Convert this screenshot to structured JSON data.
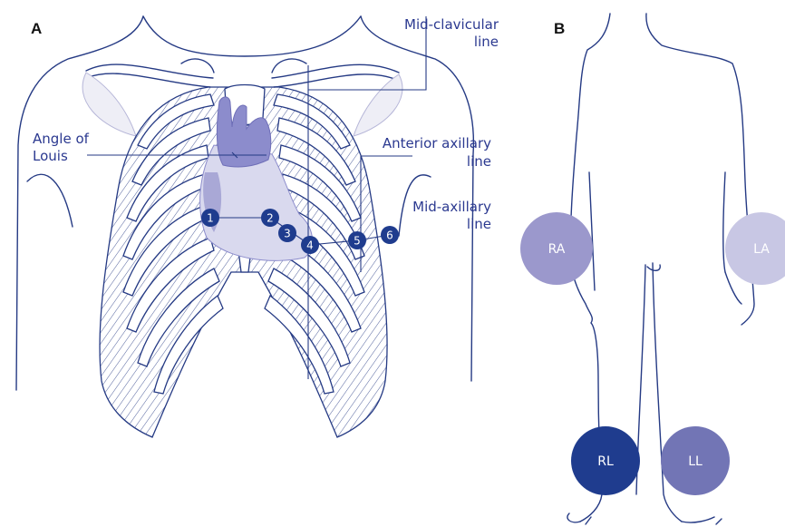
{
  "panel_a": {
    "letter": "A",
    "labels": {
      "mid_clavicular_1": "Mid-clavicular",
      "mid_clavicular_2": "line",
      "angle_louis_1": "Angle of",
      "angle_louis_2": "Louis",
      "ant_axillary_1": "Anterior axillary",
      "ant_axillary_2": "line",
      "mid_axillary_1": "Mid-axillary",
      "mid_axillary_2": "line"
    },
    "electrodes": [
      "1",
      "2",
      "3",
      "4",
      "5",
      "6"
    ]
  },
  "panel_b": {
    "letter": "B",
    "limb_electrodes": {
      "ra": {
        "label": "RA",
        "color": "#9b98cc"
      },
      "la": {
        "label": "LA",
        "color": "#c8c7e4"
      },
      "rl": {
        "label": "RL",
        "color": "#1f3c8e"
      },
      "ll": {
        "label": "LL",
        "color": "#7275b5"
      }
    }
  },
  "colors": {
    "line": "#253a84",
    "heart_light": "#d9d9ee",
    "heart_dark": "#8c8ccc",
    "electrode": "#1f3c8e",
    "text": "#2b3990"
  }
}
